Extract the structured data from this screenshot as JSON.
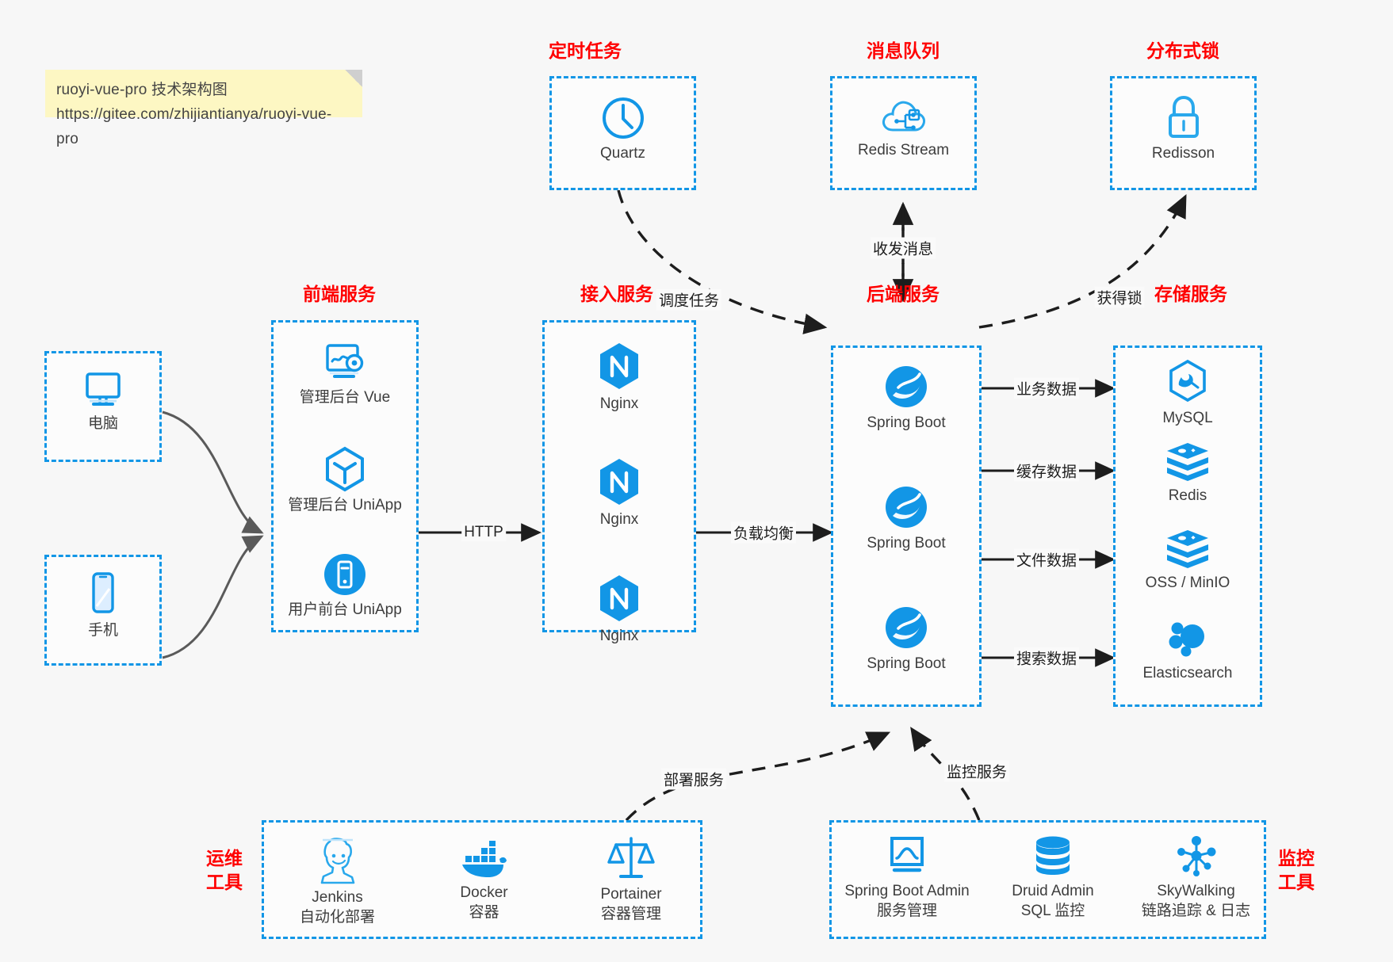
{
  "note": {
    "line1": "ruoyi-vue-pro 技术架构图",
    "line2": "https://gitee.com/zhijiantianya/ruoyi-vue-pro"
  },
  "colors": {
    "accent": "#1296e6",
    "title": "#ff0000",
    "background": "#f7f7f7",
    "note_bg": "#fdf7c3",
    "arrow": "#3f3f3f"
  },
  "groups": {
    "scheduler": {
      "title": "定时任务",
      "nodes": [
        {
          "label": "Quartz",
          "icon": "clock-icon"
        }
      ]
    },
    "mq": {
      "title": "消息队列",
      "nodes": [
        {
          "label": "Redis Stream",
          "icon": "cloud-stream-icon"
        }
      ]
    },
    "lock": {
      "title": "分布式锁",
      "nodes": [
        {
          "label": "Redisson",
          "icon": "lock-icon"
        }
      ]
    },
    "clients": {
      "nodes": [
        {
          "label": "电脑",
          "icon": "desktop-icon"
        },
        {
          "label": "手机",
          "icon": "mobile-icon"
        }
      ]
    },
    "frontend": {
      "title": "前端服务",
      "nodes": [
        {
          "label": "管理后台 Vue",
          "icon": "dashboard-gear-icon"
        },
        {
          "label": "管理后台 UniApp",
          "icon": "cube-icon"
        },
        {
          "label": "用户前台 UniApp",
          "icon": "app-circle-icon"
        }
      ]
    },
    "gateway": {
      "title": "接入服务",
      "nodes": [
        {
          "label": "Nginx",
          "icon": "nginx-icon"
        },
        {
          "label": "Nginx",
          "icon": "nginx-icon"
        },
        {
          "label": "Nginx",
          "icon": "nginx-icon"
        }
      ]
    },
    "backend": {
      "title": "后端服务",
      "nodes": [
        {
          "label": "Spring Boot",
          "icon": "spring-boot-icon"
        },
        {
          "label": "Spring Boot",
          "icon": "spring-boot-icon"
        },
        {
          "label": "Spring Boot",
          "icon": "spring-boot-icon"
        }
      ]
    },
    "storage": {
      "title": "存储服务",
      "nodes": [
        {
          "label": "MySQL",
          "icon": "mysql-icon"
        },
        {
          "label": "Redis",
          "icon": "redis-icon"
        },
        {
          "label": "OSS / MinIO",
          "icon": "oss-icon"
        },
        {
          "label": "Elasticsearch",
          "icon": "elasticsearch-icon"
        }
      ]
    },
    "devops": {
      "title_line1": "运维",
      "title_line2": "工具",
      "nodes": [
        {
          "label": "Jenkins",
          "sub": "自动化部署",
          "icon": "jenkins-icon"
        },
        {
          "label": "Docker",
          "sub": "容器",
          "icon": "docker-icon"
        },
        {
          "label": "Portainer",
          "sub": "容器管理",
          "icon": "scales-icon"
        }
      ]
    },
    "monitor": {
      "title_line1": "监控",
      "title_line2": "工具",
      "nodes": [
        {
          "label": "Spring Boot Admin",
          "sub": "服务管理",
          "icon": "monitor-chart-icon"
        },
        {
          "label": "Druid Admin",
          "sub": "SQL 监控",
          "icon": "database-icon"
        },
        {
          "label": "SkyWalking",
          "sub": "链路追踪 & 日志",
          "icon": "skywalking-icon"
        }
      ]
    }
  },
  "edges": [
    {
      "id": "http",
      "label": "HTTP"
    },
    {
      "id": "lb",
      "label": "负载均衡"
    },
    {
      "id": "schedule",
      "label": "调度任务"
    },
    {
      "id": "mq",
      "label": "收发消息"
    },
    {
      "id": "getlock",
      "label": "获得锁"
    },
    {
      "id": "biz",
      "label": "业务数据"
    },
    {
      "id": "cache",
      "label": "缓存数据"
    },
    {
      "id": "file",
      "label": "文件数据"
    },
    {
      "id": "search",
      "label": "搜索数据"
    },
    {
      "id": "deploy",
      "label": "部署服务"
    },
    {
      "id": "monitorsvc",
      "label": "监控服务"
    }
  ]
}
